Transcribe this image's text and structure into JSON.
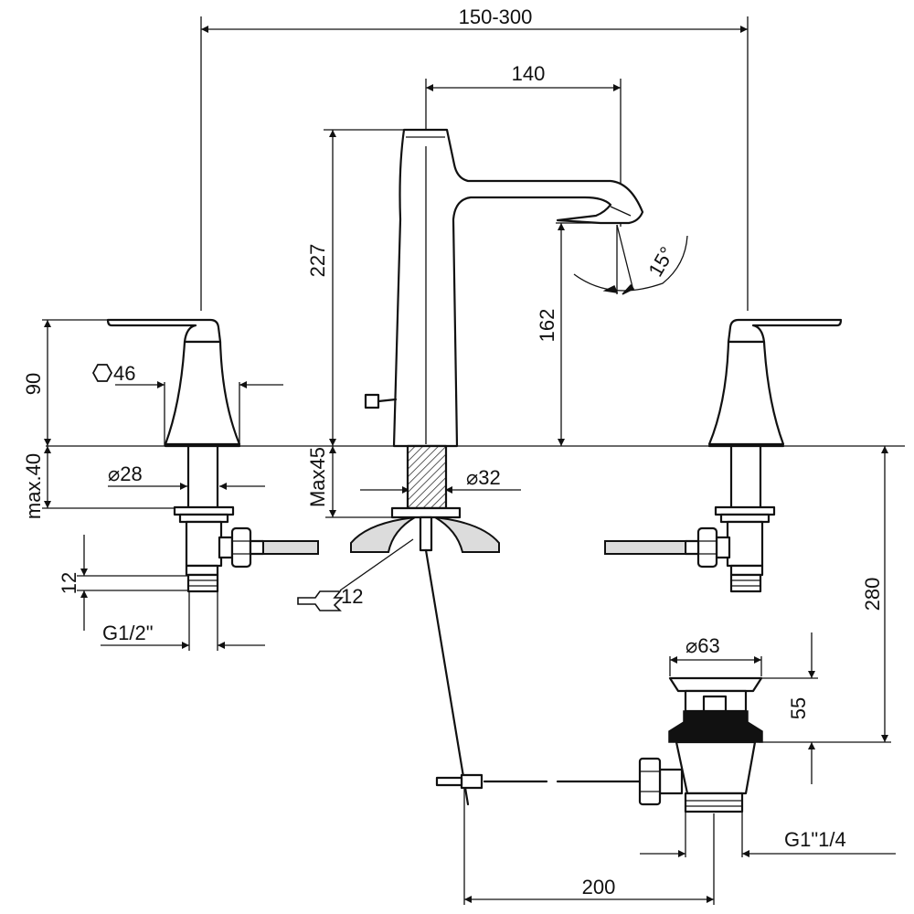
{
  "dimensions": {
    "spread": "150-300",
    "spout_reach": "140",
    "overall_height": "227",
    "spout_height": "162",
    "spout_angle": "15°",
    "handle_height": "90",
    "hex_size": "46",
    "deck_thickness_side": "max.40",
    "deck_thickness_center": "Max45",
    "side_shank_dia": "28",
    "center_shank_dia": "32",
    "connector_length": "12",
    "wrench_size": "12",
    "side_thread": "G1/2\"",
    "drain_flange_dia": "63",
    "drain_height": "55",
    "drain_depth": "280",
    "drain_thread": "G1\"1/4",
    "rod_distance": "200"
  },
  "symbols": {
    "diameter": "⌀"
  },
  "icons": [
    "hexagon-icon",
    "wrench-icon"
  ]
}
